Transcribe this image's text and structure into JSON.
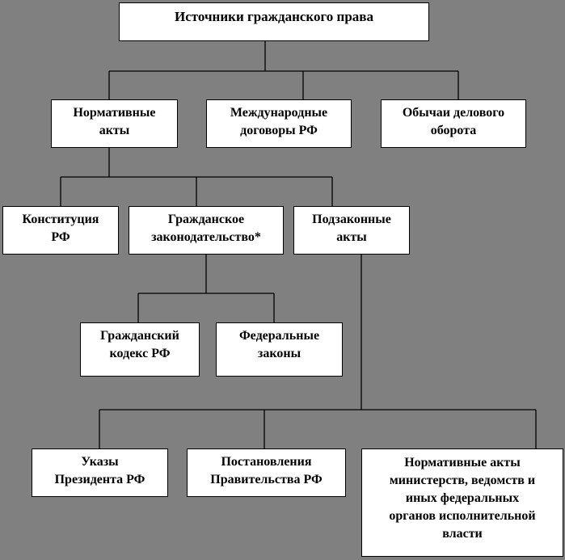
{
  "diagram": {
    "root": "Источники  гражданского права",
    "level1": {
      "normative": "Нормативные\nакты",
      "international": "Международные\nдоговоры РФ",
      "customs": "Обычаи делового\nоборота"
    },
    "level2": {
      "constitution": "Конституция\nРФ",
      "civil_legislation": "Гражданское\nзаконодательство*",
      "bylaws": "Подзаконные\nакты"
    },
    "level3": {
      "civil_code": "Гражданский\nкодекс РФ",
      "federal_laws": "Федеральные\nзаконы"
    },
    "level4": {
      "decrees": "Указы\nПрезидента РФ",
      "resolutions": "Постановления\nПравительства РФ",
      "ministry_acts": "Нормативные акты\nминистерств, ведомств и\nиных федеральных\nорганов исполнительной\nвласти"
    }
  },
  "colors": {
    "background": "#808080",
    "box_fill": "#ffffff",
    "stroke": "#000000"
  }
}
